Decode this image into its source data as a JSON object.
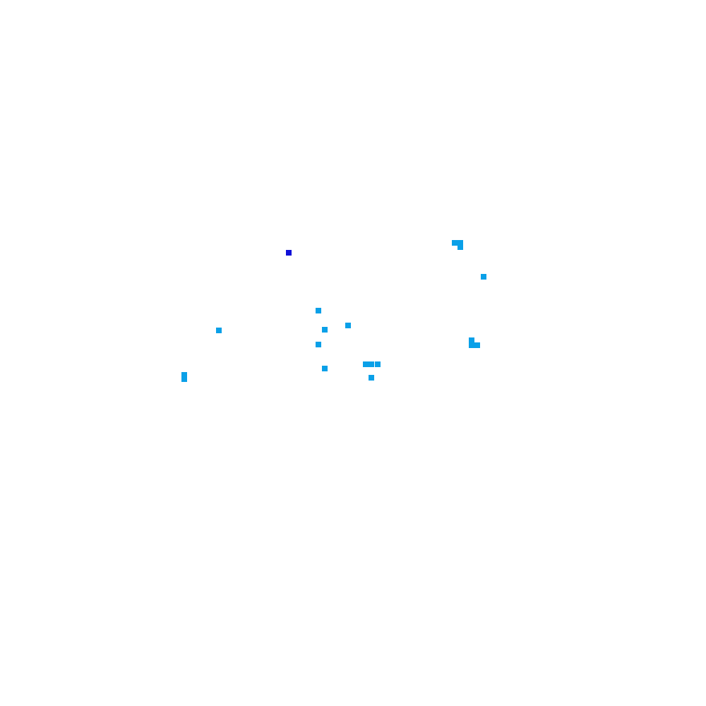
{
  "canvas": {
    "background": "#ffffff"
  },
  "palette": {
    "light": "#0aa0e8",
    "dark": "#1010d8"
  },
  "cells": [
    {
      "id": "cell-01",
      "color": "dark"
    },
    {
      "id": "cell-02",
      "color": "light"
    },
    {
      "id": "cell-03",
      "color": "light"
    },
    {
      "id": "cell-04",
      "color": "light"
    },
    {
      "id": "cell-05",
      "color": "light"
    },
    {
      "id": "cell-06",
      "color": "light"
    },
    {
      "id": "cell-07",
      "color": "light"
    },
    {
      "id": "cell-08",
      "color": "light"
    },
    {
      "id": "cell-09",
      "color": "light"
    },
    {
      "id": "cell-10",
      "color": "light"
    },
    {
      "id": "cell-11",
      "color": "light"
    },
    {
      "id": "cell-12",
      "color": "light"
    },
    {
      "id": "cell-13",
      "color": "light"
    },
    {
      "id": "cell-14",
      "color": "light"
    },
    {
      "id": "cell-15",
      "color": "light"
    },
    {
      "id": "cell-16",
      "color": "light"
    },
    {
      "id": "cell-17",
      "color": "light"
    },
    {
      "id": "cell-18",
      "color": "light"
    },
    {
      "id": "cell-19",
      "color": "light"
    },
    {
      "id": "cell-20",
      "color": "light"
    }
  ]
}
